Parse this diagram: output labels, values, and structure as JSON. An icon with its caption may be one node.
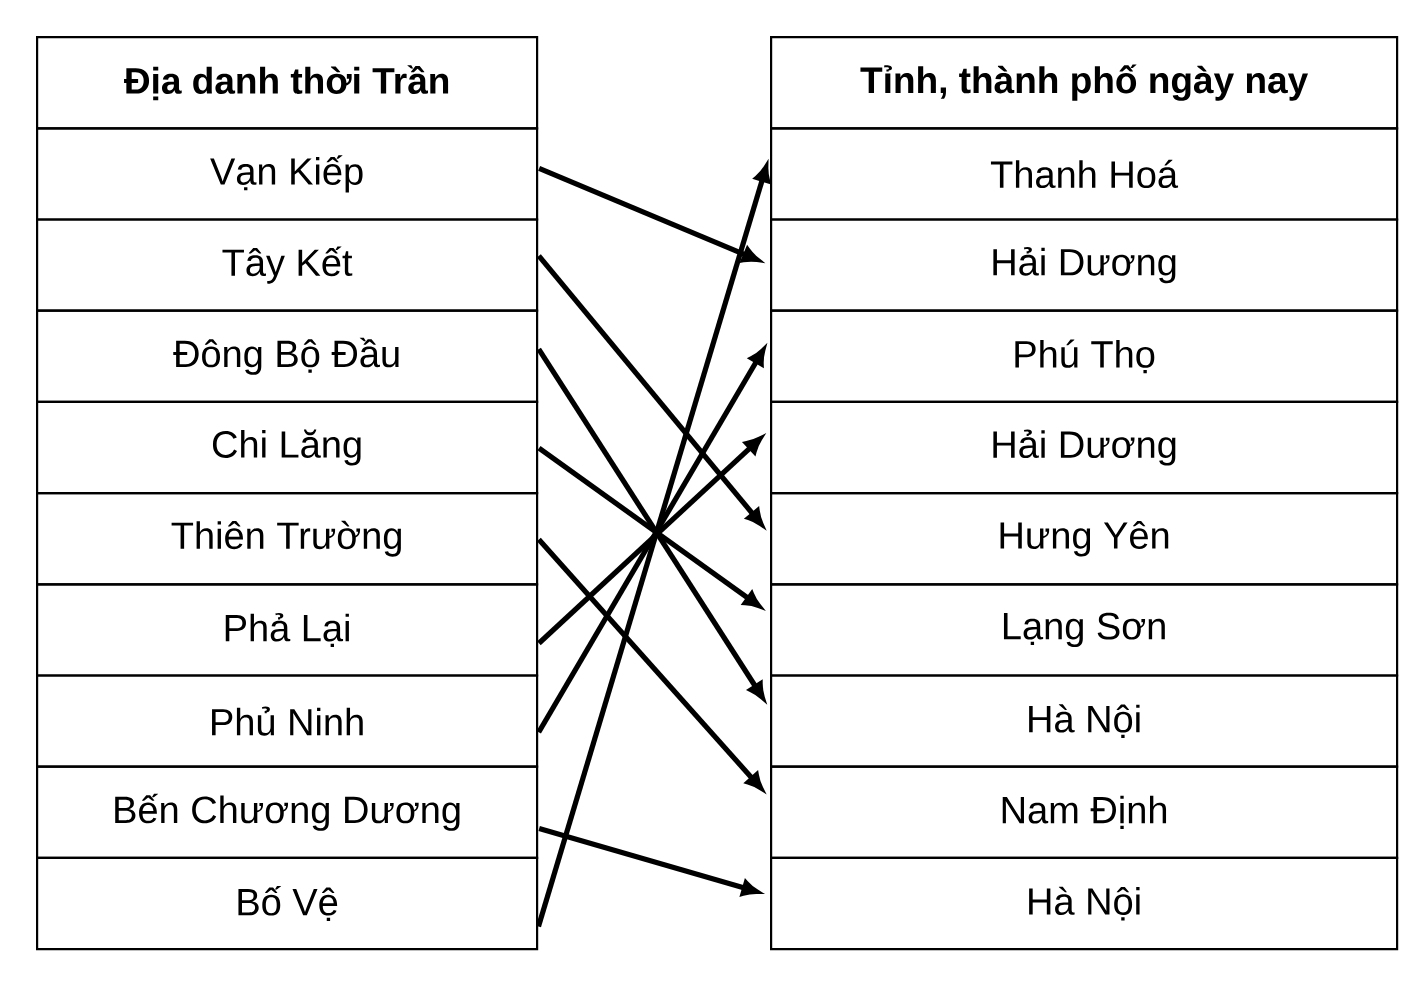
{
  "diagram": {
    "nodes": [
      {
        "text": [
          "Địa danh thời Trần"
        ]
      },
      {
        "text": [
          "Vạn Kiếp"
        ]
      },
      {
        "text": [
          "Tây Kết"
        ]
      },
      {
        "text": [
          "Đông Bộ Đầu"
        ]
      },
      {
        "text": [
          "Chi Lăng"
        ]
      },
      {
        "text": [
          "Thiên Trường"
        ]
      },
      {
        "text": [
          "Phả Lại"
        ]
      },
      {
        "text": [
          "Phủ Ninh"
        ]
      },
      {
        "text": [
          "Bến Chương Dương"
        ]
      },
      {
        "text": [
          "Bố Vệ"
        ]
      },
      {
        "text": [
          "Tỉnh, thành phố ngày nay"
        ]
      },
      {
        "text": [
          "Thanh Hoá"
        ]
      },
      {
        "text": [
          "Hải Dương"
        ]
      },
      {
        "text": [
          "Phú Thọ"
        ]
      },
      {
        "text": [
          "Hải Dương"
        ]
      },
      {
        "text": [
          "Hưng Yên"
        ]
      },
      {
        "text": [
          "Lạng Sơn"
        ]
      },
      {
        "text": [
          "Hà Nội"
        ]
      },
      {
        "text": [
          "Nam Định"
        ]
      },
      {
        "text": [
          "Hà Nội"
        ]
      }
    ],
    "edges": [
      {
        "from": 1,
        "to": 12,
        "arrow": "to"
      },
      {
        "from": 2,
        "to": 15,
        "arrow": "to"
      },
      {
        "from": 3,
        "to": 17,
        "arrow": "to"
      },
      {
        "from": 4,
        "to": 16,
        "arrow": "to"
      },
      {
        "from": 5,
        "to": 18,
        "arrow": "to"
      },
      {
        "from": 6,
        "to": 14,
        "arrow": "to"
      },
      {
        "from": 7,
        "to": 13,
        "arrow": "to"
      },
      {
        "from": 8,
        "to": 19,
        "arrow": "to"
      },
      {
        "from": 9,
        "to": 11,
        "arrow": "to"
      }
    ]
  }
}
